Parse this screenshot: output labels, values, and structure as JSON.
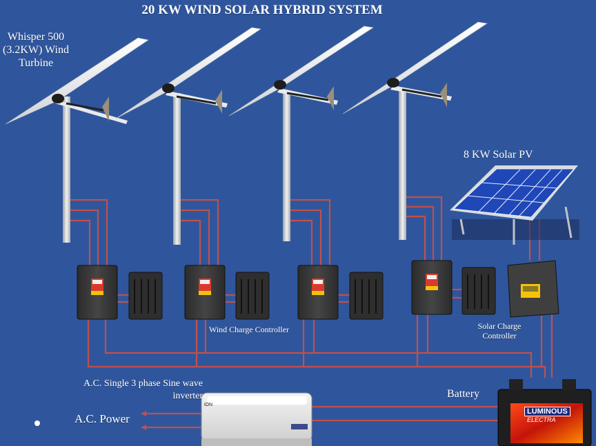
{
  "title": "20 KW WIND SOLAR HYBRID SYSTEM",
  "labels": {
    "turbine": "Whisper 500 (3.2KW) Wind Turbine",
    "solar_pv": "8 KW Solar PV",
    "wind_charge_controller": "Wind Charge Controller",
    "solar_charge_controller": "Solar Charge Controller",
    "inverter": "A.C. Single 3 phase Sine wave inverter",
    "battery": "Battery",
    "ac_power": "A.C. Power"
  },
  "product_marks": {
    "inverter_brand": "iON",
    "battery_brand": "LUMINOUS",
    "battery_model": "ELECTRA"
  },
  "colors": {
    "background": "#2f569c",
    "wire": "#c0504d",
    "controller_body": "#3a3a3a",
    "display_red": "#d93a2b",
    "display_yellow": "#f4c20d",
    "panel_cell": "#1f47b8"
  }
}
